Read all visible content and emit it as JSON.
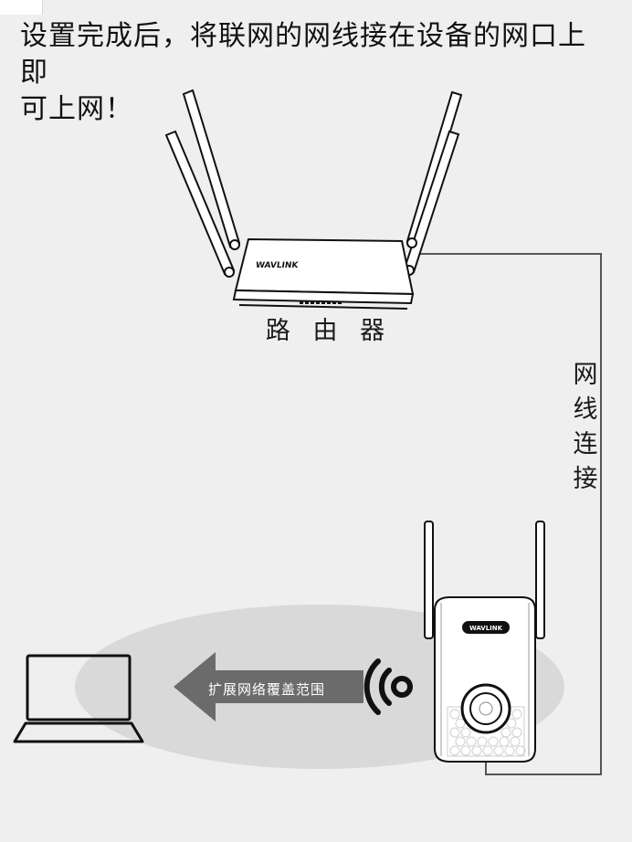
{
  "instruction": {
    "line1": "设置完成后，将联网的网线接在设备的网口上即",
    "line2": "可上网！"
  },
  "router": {
    "label": "路 由 器",
    "brand": "WAVLINK"
  },
  "cable": {
    "label_chars": [
      "网",
      "线",
      "连",
      "接"
    ]
  },
  "extender": {
    "brand": "WAVLINK"
  },
  "coverage": {
    "text": "扩展网络覆盖范围"
  },
  "colors": {
    "background": "#efefef",
    "ellipse": "#d9d9d9",
    "arrow": "#6b6b6b",
    "line": "#555555"
  }
}
